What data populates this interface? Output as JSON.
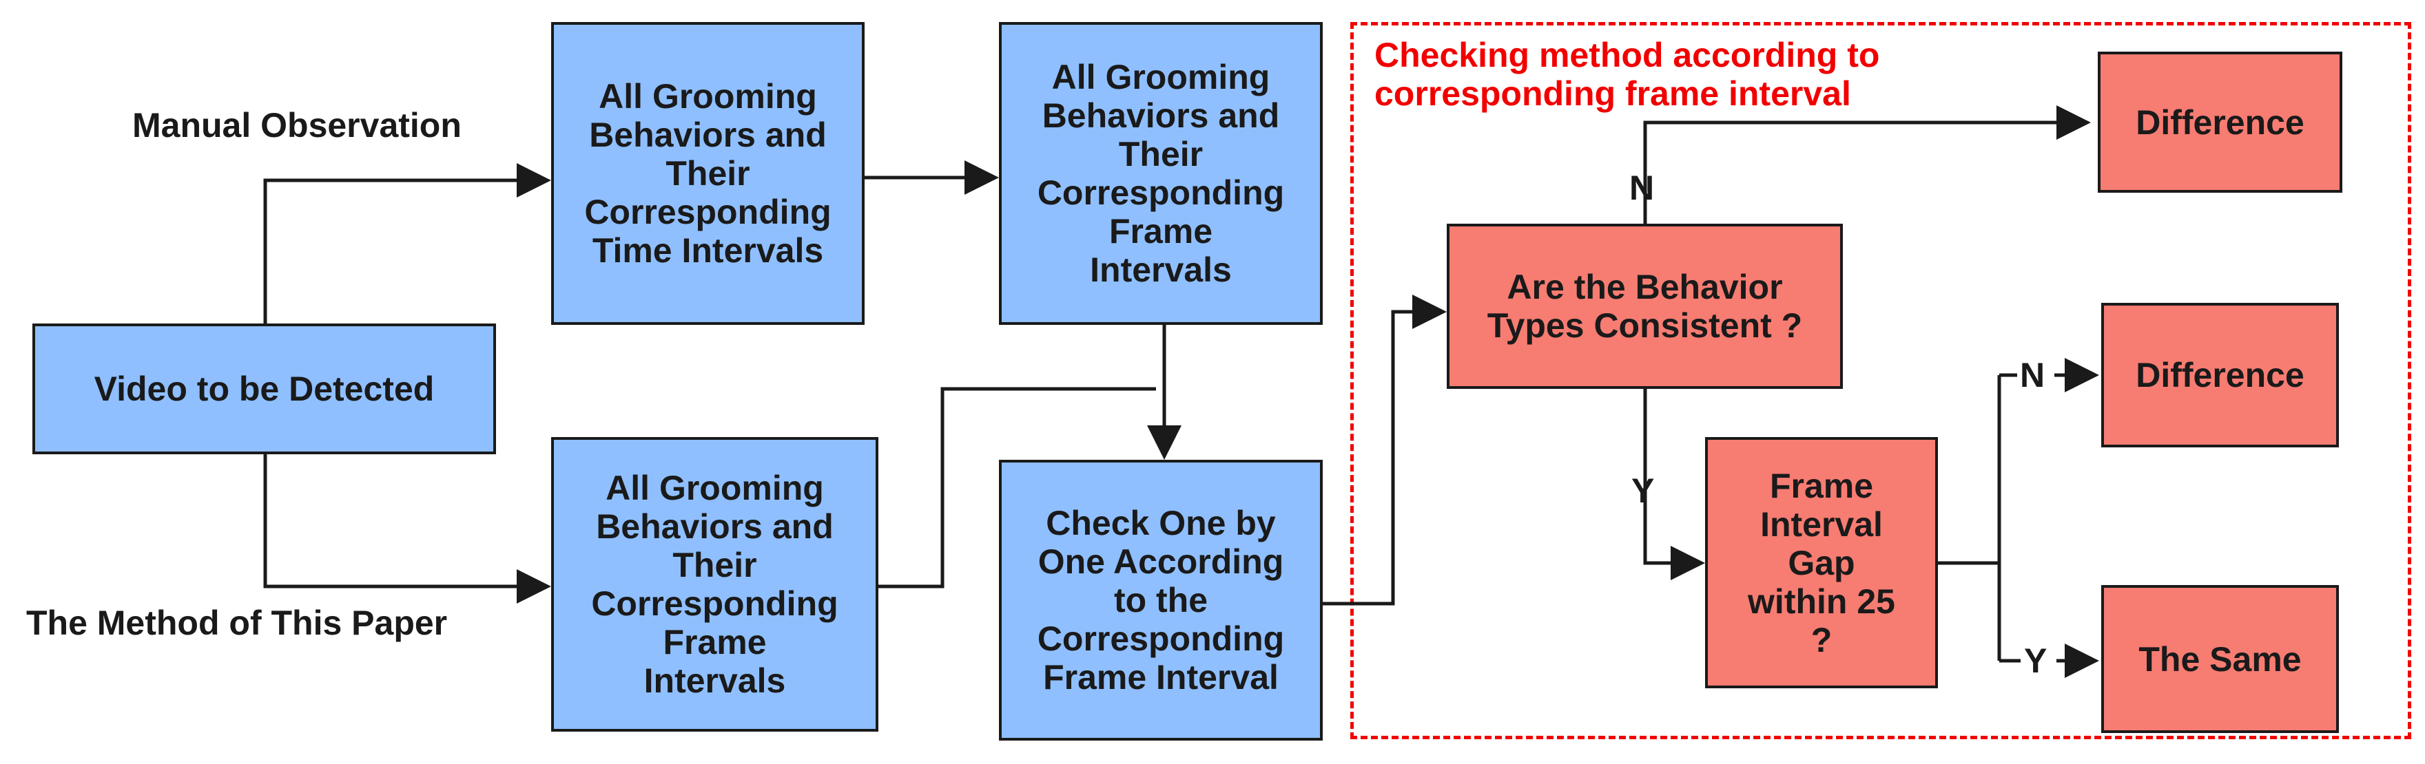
{
  "nodes": {
    "video": "Video to be Detected",
    "manual_intervals": "All Grooming\nBehaviors and\nTheir\nCorresponding\nTime Intervals",
    "manual_frames": "All Grooming\nBehaviors and\nTheir\nCorresponding\nFrame\nIntervals",
    "paper_frames": "All Grooming\nBehaviors and\nTheir\nCorresponding\nFrame\nIntervals",
    "check": "Check One by\nOne According\nto the\nCorresponding\nFrame Interval",
    "consistent": "Are the Behavior\nTypes Consistent ?",
    "gap": "Frame\nInterval\nGap\nwithin 25\n?",
    "diff1": "Difference",
    "diff2": "Difference",
    "same": "The Same"
  },
  "labels": {
    "manual": "Manual Observation",
    "paper": "The Method of This Paper",
    "checking_method": "Checking method according to\ncorresponding frame interval",
    "n1": "N",
    "y1": "Y",
    "n2": "N",
    "y2": "Y"
  },
  "colors": {
    "blue_box": "#8fbfff",
    "red_box": "#f77c72",
    "dashed_border": "#f20000",
    "line": "#1a1a1a"
  }
}
